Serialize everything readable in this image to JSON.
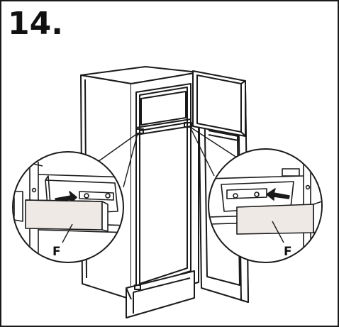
{
  "step": {
    "number": "14."
  },
  "callouts": {
    "left": {
      "label": "F"
    },
    "right": {
      "label": "F"
    }
  },
  "colors": {
    "line": "#1a1a1a",
    "part_fill": "#efe9e6",
    "background": "#ffffff"
  }
}
